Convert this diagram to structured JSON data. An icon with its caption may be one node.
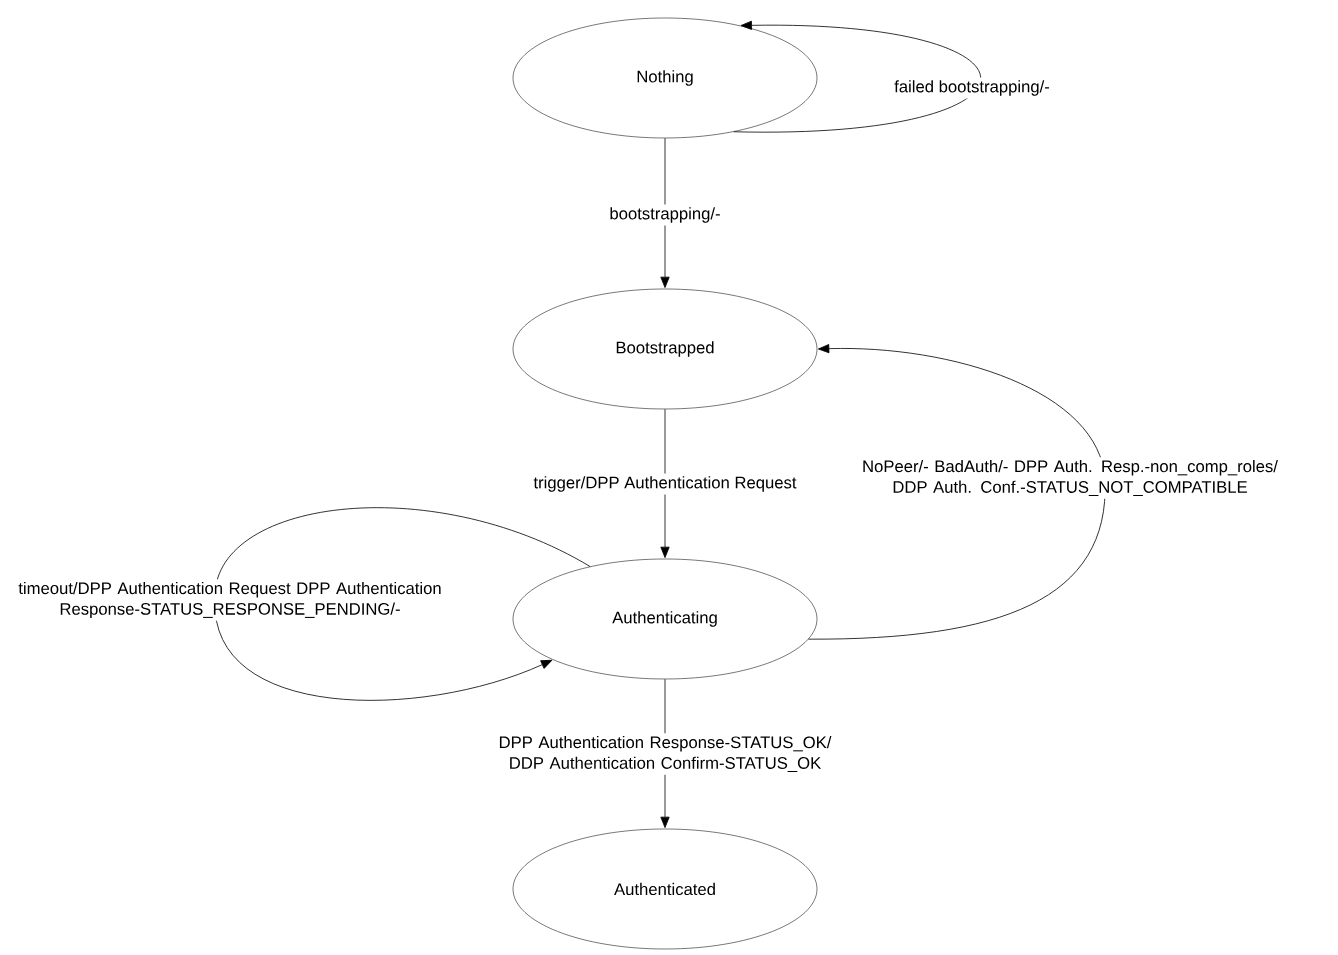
{
  "diagram": {
    "nodes": [
      {
        "text": [
          "Nothing"
        ]
      },
      {
        "text": [
          "Bootstrapped"
        ]
      },
      {
        "text": [
          "Authenticating"
        ]
      },
      {
        "text": [
          "Authenticated"
        ]
      }
    ],
    "edges": [
      {
        "from": 0,
        "to": 0,
        "arrow": "to",
        "label": "failed bootstrapping/-"
      },
      {
        "from": 0,
        "to": 1,
        "arrow": "to",
        "label": "bootstrapping/-"
      },
      {
        "from": 1,
        "to": 2,
        "arrow": "to",
        "label": "trigger/DPP Authentication Request"
      },
      {
        "from": 2,
        "to": 1,
        "arrow": "to",
        "label": "NoPeer/- BadAuth/- DPP Auth. Resp.-non_comp_roles/ DDP Auth. Conf.-STATUS_NOT_COMPATIBLE"
      },
      {
        "from": 2,
        "to": 2,
        "arrow": "to",
        "label": "timeout/DPP Authentication Request DPP Authentication Response-STATUS_RESPONSE_PENDING/-"
      },
      {
        "from": 2,
        "to": 3,
        "arrow": "to",
        "label": "DPP Authentication Response-STATUS_OK/ DDP Authentication Confirm-STATUS_OK"
      }
    ]
  }
}
